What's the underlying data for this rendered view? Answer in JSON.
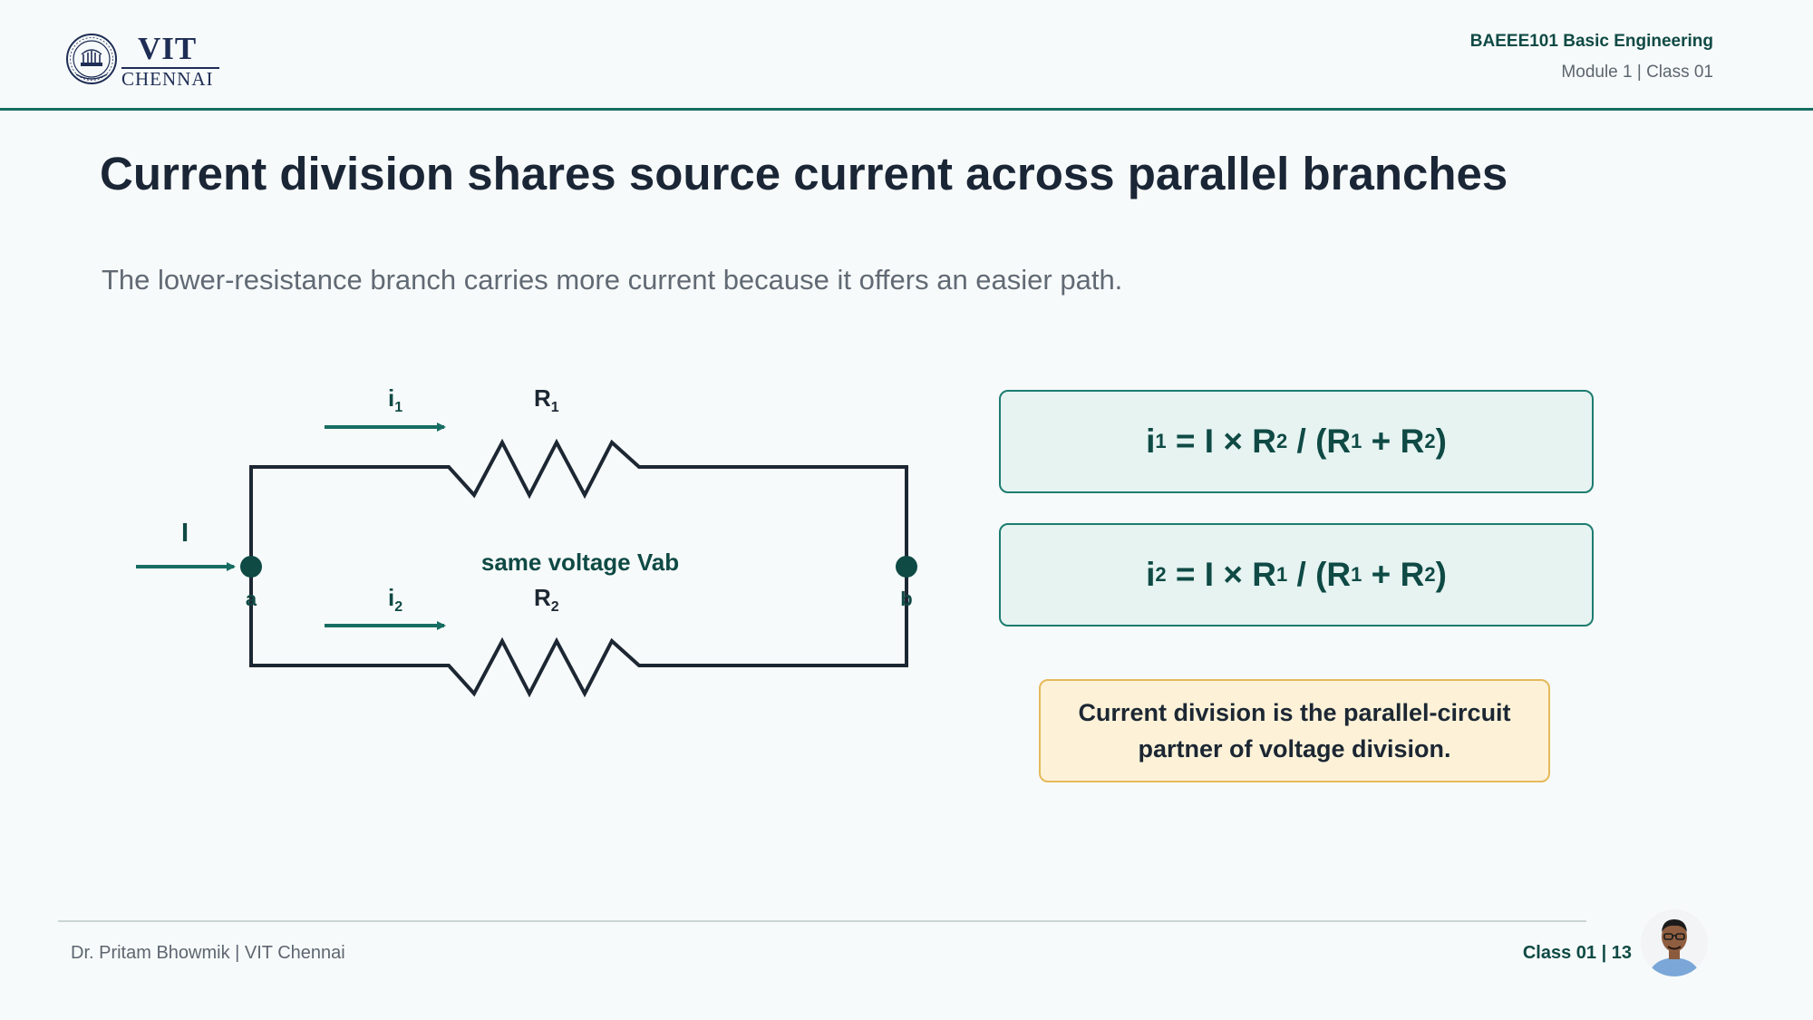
{
  "header": {
    "logo": {
      "name": "VIT",
      "subtitle": "CHENNAI"
    },
    "course": "BAEEE101 Basic Engineering",
    "module": "Module 1 | Class 01"
  },
  "slide": {
    "title": "Current division shares source current across parallel branches",
    "subtitle": "The lower-resistance branch carries more current because it offers an easier path."
  },
  "circuit": {
    "source_current": "I",
    "node_a": "a",
    "node_b": "b",
    "branch1": {
      "current": "i",
      "current_sub": "1",
      "resistor": "R",
      "resistor_sub": "1"
    },
    "branch2": {
      "current": "i",
      "current_sub": "2",
      "resistor": "R",
      "resistor_sub": "2"
    },
    "mid_label": "same voltage Vab"
  },
  "equations": {
    "eq1": {
      "lhs": "i",
      "lhs_sub": "1",
      "eq": " = I × ",
      "r_num": "R",
      "r_num_sub": "2",
      "div": " / (",
      "r_a": "R",
      "r_a_sub": "1",
      "plus": " + ",
      "r_b": "R",
      "r_b_sub": "2",
      "close": ")"
    },
    "eq2": {
      "lhs": "i",
      "lhs_sub": "2",
      "eq": " = I × ",
      "r_num": "R",
      "r_num_sub": "1",
      "div": " / (",
      "r_a": "R",
      "r_a_sub": "1",
      "plus": " + ",
      "r_b": "R",
      "r_b_sub": "2",
      "close": ")"
    }
  },
  "note": "Current division is the parallel-circuit partner of voltage division.",
  "footer": {
    "author": "Dr. Pritam Bhowmik | VIT Chennai",
    "page": "Class 01 | 13"
  },
  "colors": {
    "accent": "#176d63",
    "title": "#1a2636",
    "equation_bg": "#e6f3f1",
    "note_bg": "#fdf2d8",
    "note_border": "#e6b95a"
  },
  "icons": {
    "logo": "vit-seal-icon",
    "presenter": "presenter-avatar"
  }
}
